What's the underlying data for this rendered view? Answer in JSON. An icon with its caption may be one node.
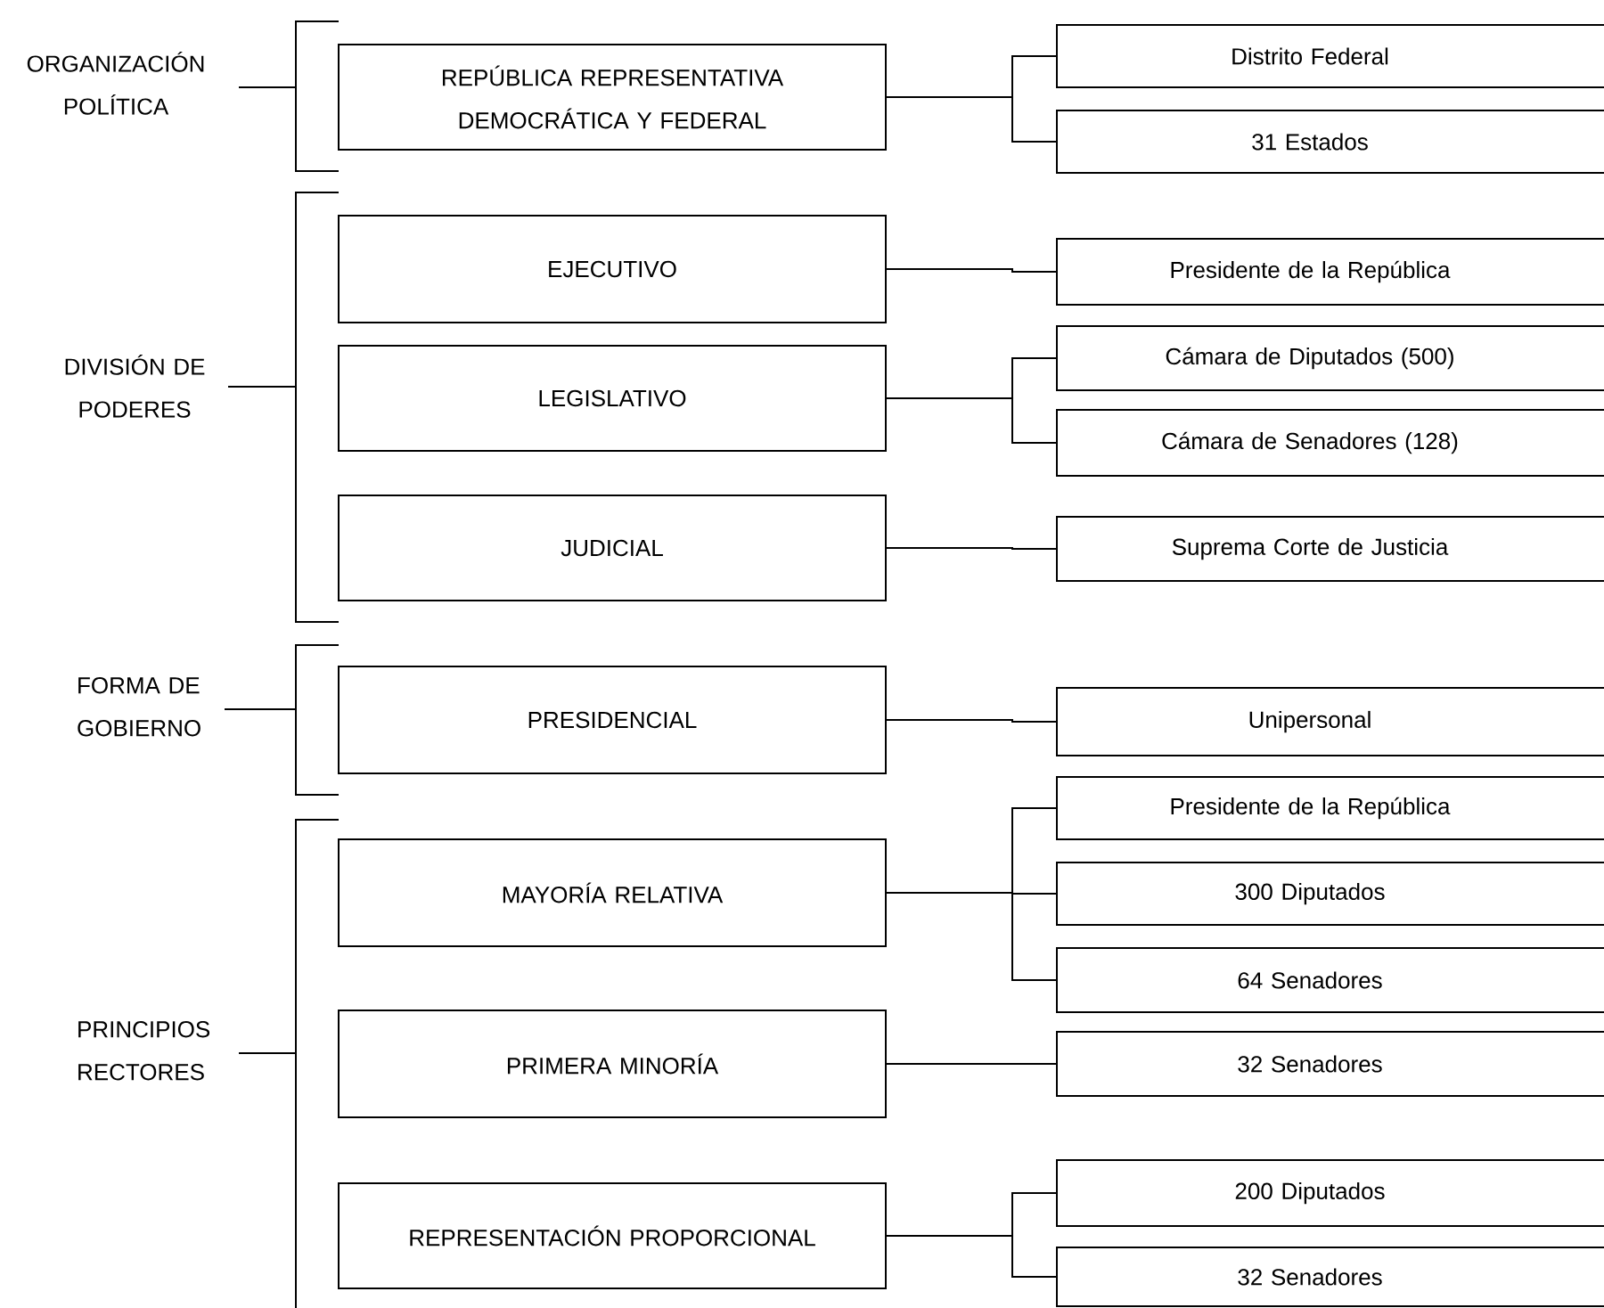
{
  "diagram": {
    "nodes": [
      {
        "text": [
          "REPÚBLICA REPRESENTATIVA DEMOCRÁTICA Y FEDERAL"
        ]
      },
      {
        "text": [
          "Distrito Federal"
        ]
      },
      {
        "text": [
          "31 Estados"
        ]
      },
      {
        "text": [
          "EJECUTIVO"
        ]
      },
      {
        "text": [
          "Presidente de la República"
        ]
      },
      {
        "text": [
          "LEGISLATIVO"
        ]
      },
      {
        "text": [
          "Cámara de Diputados (500)"
        ]
      },
      {
        "text": [
          "Cámara de Senadores (128)"
        ]
      },
      {
        "text": [
          "JUDICIAL"
        ]
      },
      {
        "text": [
          "Suprema Corte de Justicia"
        ]
      },
      {
        "text": [
          "PRESIDENCIAL"
        ]
      },
      {
        "text": [
          "Unipersonal"
        ]
      },
      {
        "text": [
          "MAYORÍA RELATIVA"
        ]
      },
      {
        "text": [
          "Presidente de la República"
        ]
      },
      {
        "text": [
          "300 Diputados"
        ]
      },
      {
        "text": [
          "64 Senadores"
        ]
      },
      {
        "text": [
          "PRIMERA MINORÍA"
        ]
      },
      {
        "text": [
          "32 Senadores"
        ]
      },
      {
        "text": [
          "REPRESENTACIÓN PROPORCIONAL"
        ]
      },
      {
        "text": [
          "200 Diputados"
        ]
      },
      {
        "text": [
          "32 Senadores"
        ]
      }
    ],
    "edges": [
      {
        "from": 0,
        "to": 1,
        "arrow": "none"
      },
      {
        "from": 0,
        "to": 2,
        "arrow": "none"
      },
      {
        "from": 3,
        "to": 4,
        "arrow": "none"
      },
      {
        "from": 5,
        "to": 6,
        "arrow": "none"
      },
      {
        "from": 5,
        "to": 7,
        "arrow": "none"
      },
      {
        "from": 8,
        "to": 9,
        "arrow": "none"
      },
      {
        "from": 10,
        "to": 11,
        "arrow": "none"
      },
      {
        "from": 12,
        "to": 13,
        "arrow": "none"
      },
      {
        "from": 12,
        "to": 14,
        "arrow": "none"
      },
      {
        "from": 12,
        "to": 15,
        "arrow": "none"
      },
      {
        "from": 16,
        "to": 17,
        "arrow": "none"
      },
      {
        "from": 18,
        "to": 19,
        "arrow": "none"
      },
      {
        "from": 18,
        "to": 20,
        "arrow": "none"
      }
    ],
    "labels": [
      "ORGANIZACIÓN POLÍTICA",
      "DIVISIÓN DE PODERES",
      "FORMA DE GOBIERNO",
      "PRINCIPIOS RECTORES"
    ]
  }
}
